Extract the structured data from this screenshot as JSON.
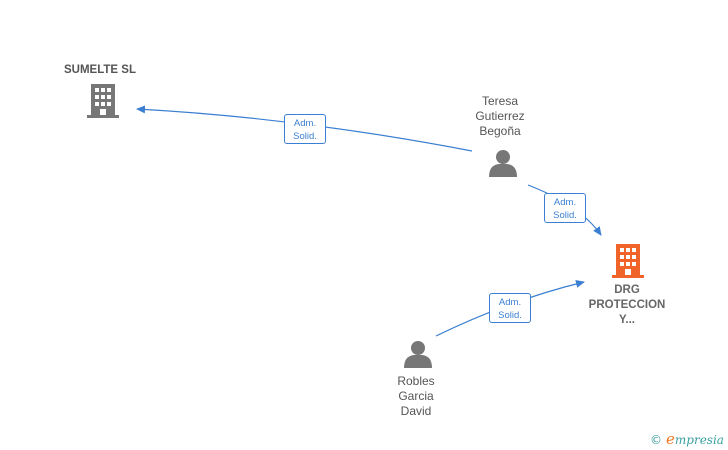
{
  "nodes": {
    "sumelte": {
      "label": "SUMELTE SL",
      "type": "company"
    },
    "teresa": {
      "label": "Teresa\nGutierrez\nBegoña",
      "type": "person"
    },
    "drg": {
      "label": "DRG\nPROTECCION\nY...",
      "type": "company-target"
    },
    "robles": {
      "label": "Robles\nGarcia\nDavid",
      "type": "person"
    }
  },
  "edges": [
    {
      "from": "teresa",
      "to": "sumelte",
      "label": "Adm.\nSolid."
    },
    {
      "from": "teresa",
      "to": "drg",
      "label": "Adm.\nSolid."
    },
    {
      "from": "robles",
      "to": "drg",
      "label": "Adm.\nSolid."
    }
  ],
  "colors": {
    "edge": "#3a7fd1",
    "company": "#777777",
    "target": "#f0642a",
    "person": "#777777"
  },
  "icons": {
    "company": "building-icon",
    "person": "person-icon"
  },
  "watermark": {
    "symbol": "©",
    "brand_initial": "e",
    "brand_rest": "mpresia"
  }
}
